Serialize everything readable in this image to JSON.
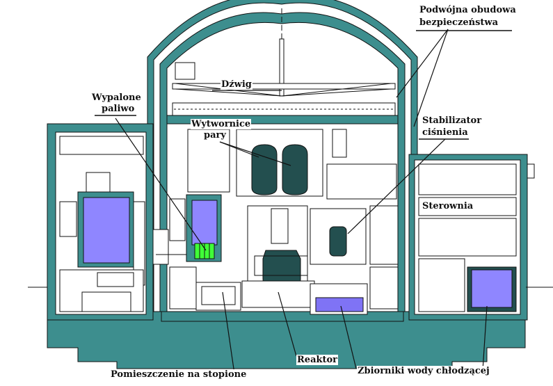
{
  "labels": {
    "double_containment_line1": "Podwójna obudowa",
    "double_containment_line2": "bezpieczeństwa",
    "crane": "Dźwig",
    "spent_fuel_line1": "Wypalone",
    "spent_fuel_line2": "paliwo",
    "steam_generators_line1": "Wytwornice",
    "steam_generators_line2": "pary",
    "pressurizer_line1": "Stabilizator",
    "pressurizer_line2": "ciśnienia",
    "control_room": "Sterownia",
    "reactor": "Reaktor",
    "cooling_tanks": "Zbiorniki wody chłodzącej",
    "core_catcher": "Pomieszczenie na stopione"
  },
  "colors": {
    "structure": "#3d8e8e",
    "structure_dark": "#2c6b6b",
    "vessel": "#234f4f",
    "fuel_pool": "#8f86ff",
    "tank_water": "#7f73f5",
    "fuel_rods": "#40ff38",
    "line": "#111111"
  }
}
